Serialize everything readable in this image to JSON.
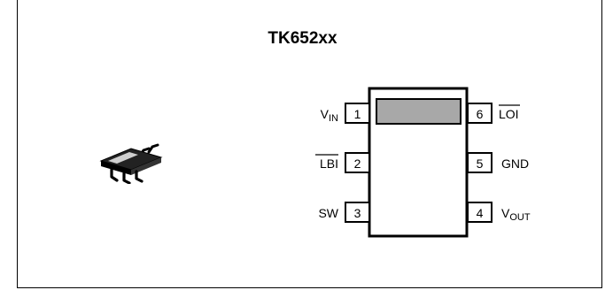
{
  "title": "TK652xx",
  "icons": {
    "package": "sot23-6-package-icon"
  },
  "colors": {
    "marking_band": "#a8a8a8",
    "line": "#000000",
    "background": "#ffffff"
  },
  "pins": {
    "left": [
      {
        "number": "1",
        "label": "V",
        "sub": "IN",
        "overbar": false
      },
      {
        "number": "2",
        "label": "LBI",
        "sub": "",
        "overbar": true
      },
      {
        "number": "3",
        "label": "SW",
        "sub": "",
        "overbar": false
      }
    ],
    "right": [
      {
        "number": "6",
        "label": "LOI",
        "sub": "",
        "overbar": true
      },
      {
        "number": "5",
        "label": "GND",
        "sub": "",
        "overbar": false
      },
      {
        "number": "4",
        "label": "V",
        "sub": "OUT",
        "overbar": false
      }
    ]
  }
}
